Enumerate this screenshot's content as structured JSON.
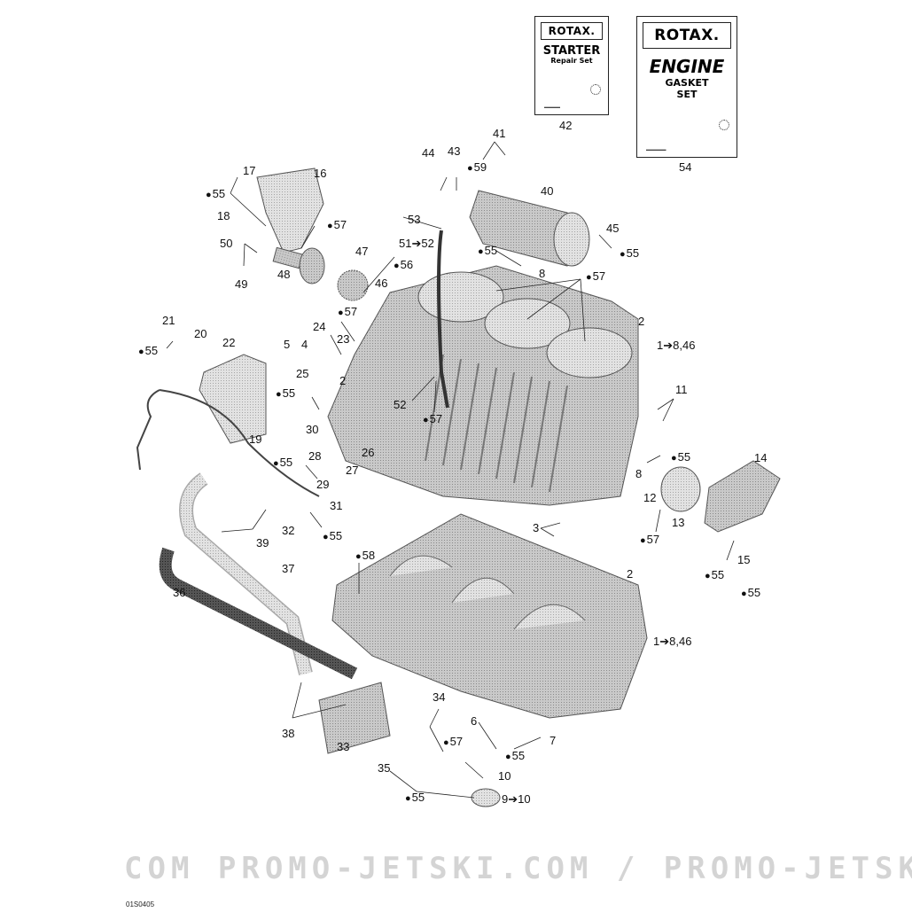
{
  "figure": {
    "id": "01S0405",
    "watermark": "COM  PROMO-JETSKI.COM / PROMO-JETSKI"
  },
  "kits": [
    {
      "ref": "42",
      "brand": "ROTAX.",
      "title": "STARTER",
      "subtitle": "Repair Set"
    },
    {
      "ref": "54",
      "brand": "ROTAX.",
      "title": "ENGINE",
      "subtitle": "GASKET SET"
    }
  ],
  "callouts": [
    {
      "id": "c17",
      "text": "17"
    },
    {
      "id": "c16",
      "text": "16"
    },
    {
      "id": "c55a",
      "text": "55",
      "drop": true
    },
    {
      "id": "c18",
      "text": "18"
    },
    {
      "id": "c57a",
      "text": "57",
      "drop": true
    },
    {
      "id": "c50",
      "text": "50"
    },
    {
      "id": "c49",
      "text": "49"
    },
    {
      "id": "c48",
      "text": "48"
    },
    {
      "id": "c47",
      "text": "47"
    },
    {
      "id": "c56",
      "text": "56",
      "drop": true
    },
    {
      "id": "c46",
      "text": "46"
    },
    {
      "id": "c44",
      "text": "44"
    },
    {
      "id": "c43",
      "text": "43"
    },
    {
      "id": "c41",
      "text": "41"
    },
    {
      "id": "c59",
      "text": "59",
      "drop": true
    },
    {
      "id": "c40",
      "text": "40"
    },
    {
      "id": "c53",
      "text": "53"
    },
    {
      "id": "c51",
      "text": "51➔52"
    },
    {
      "id": "c55b",
      "text": "55",
      "drop": true
    },
    {
      "id": "c8a",
      "text": "8"
    },
    {
      "id": "c45",
      "text": "45"
    },
    {
      "id": "c55c",
      "text": "55",
      "drop": true
    },
    {
      "id": "c57b",
      "text": "57",
      "drop": true
    },
    {
      "id": "c21",
      "text": "21"
    },
    {
      "id": "c20",
      "text": "20"
    },
    {
      "id": "c22",
      "text": "22"
    },
    {
      "id": "c55d",
      "text": "55",
      "drop": true
    },
    {
      "id": "c57c",
      "text": "57",
      "drop": true
    },
    {
      "id": "c24",
      "text": "24"
    },
    {
      "id": "c23",
      "text": "23"
    },
    {
      "id": "c5",
      "text": "5"
    },
    {
      "id": "c4",
      "text": "4"
    },
    {
      "id": "c25",
      "text": "25"
    },
    {
      "id": "c2a",
      "text": "2"
    },
    {
      "id": "c55e",
      "text": "55",
      "drop": true
    },
    {
      "id": "c30",
      "text": "30"
    },
    {
      "id": "c52",
      "text": "52"
    },
    {
      "id": "c57d",
      "text": "57",
      "drop": true
    },
    {
      "id": "c19",
      "text": "19"
    },
    {
      "id": "c2b",
      "text": "2"
    },
    {
      "id": "c1a",
      "text": "1➔8,46"
    },
    {
      "id": "c11",
      "text": "11"
    },
    {
      "id": "c55f",
      "text": "55",
      "drop": true
    },
    {
      "id": "c28",
      "text": "28"
    },
    {
      "id": "c26",
      "text": "26"
    },
    {
      "id": "c27",
      "text": "27"
    },
    {
      "id": "c29",
      "text": "29"
    },
    {
      "id": "c55g",
      "text": "55",
      "drop": true
    },
    {
      "id": "c8b",
      "text": "8"
    },
    {
      "id": "c14",
      "text": "14"
    },
    {
      "id": "c55h",
      "text": "55",
      "drop": true
    },
    {
      "id": "c12",
      "text": "12"
    },
    {
      "id": "c13",
      "text": "13"
    },
    {
      "id": "c31",
      "text": "31"
    },
    {
      "id": "c32",
      "text": "32"
    },
    {
      "id": "c55i",
      "text": "55",
      "drop": true
    },
    {
      "id": "c39",
      "text": "39"
    },
    {
      "id": "c3",
      "text": "3"
    },
    {
      "id": "c57e",
      "text": "57",
      "drop": true
    },
    {
      "id": "c15",
      "text": "15"
    },
    {
      "id": "c55j",
      "text": "55",
      "drop": true
    },
    {
      "id": "c58",
      "text": "58",
      "drop": true
    },
    {
      "id": "c37",
      "text": "37"
    },
    {
      "id": "c36",
      "text": "36"
    },
    {
      "id": "c2c",
      "text": "2"
    },
    {
      "id": "c1b",
      "text": "1➔8,46"
    },
    {
      "id": "c34",
      "text": "34"
    },
    {
      "id": "c6",
      "text": "6"
    },
    {
      "id": "c7",
      "text": "7"
    },
    {
      "id": "c38",
      "text": "38"
    },
    {
      "id": "c33",
      "text": "33"
    },
    {
      "id": "c57f",
      "text": "57",
      "drop": true
    },
    {
      "id": "c55k",
      "text": "55",
      "drop": true
    },
    {
      "id": "c35",
      "text": "35"
    },
    {
      "id": "c10",
      "text": "10"
    },
    {
      "id": "c55l",
      "text": "55",
      "drop": true
    },
    {
      "id": "c9",
      "text": "9➔10"
    }
  ]
}
